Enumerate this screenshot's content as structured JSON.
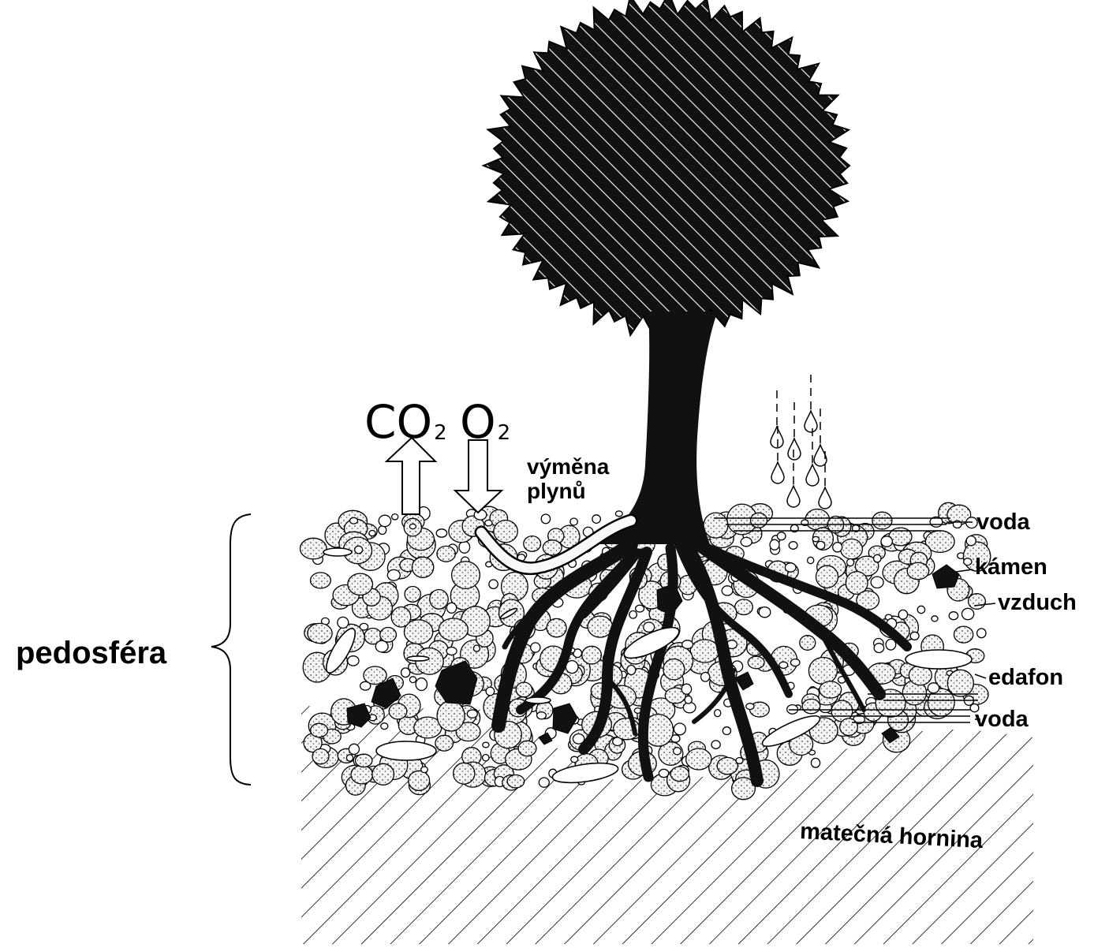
{
  "diagram": {
    "left_label": "pedosféra",
    "gases": {
      "co2_main": "CO",
      "co2_sub": "2",
      "o2_main": "O",
      "o2_sub": "2"
    },
    "exchange": {
      "line1": "výměna",
      "line2": "plynů"
    },
    "labels": {
      "voda_top": "voda",
      "kamen": "kámen",
      "vzduch": "vzduch",
      "edafon": "edafon",
      "voda_bottom": "voda",
      "matecna": "matečná hornina"
    }
  }
}
